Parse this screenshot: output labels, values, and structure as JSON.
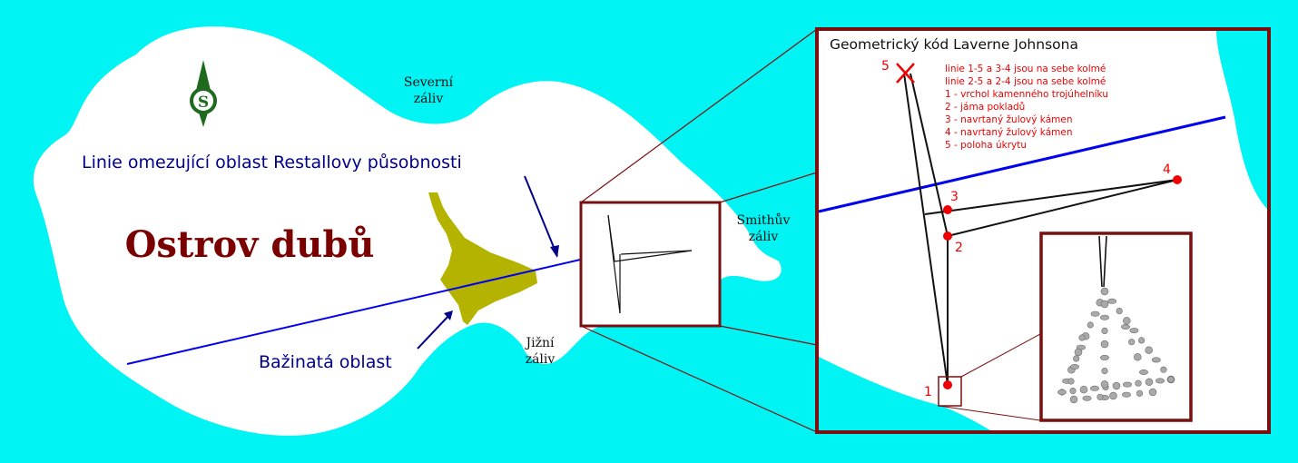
{
  "map": {
    "title": "Ostrov dubů",
    "compass_letter": "S",
    "labels": {
      "north_bay": [
        "Severní",
        "záliv"
      ],
      "smith_bay": [
        "Smithův",
        "záliv"
      ],
      "south_bay": [
        "Jižní",
        "záliv"
      ],
      "line_label": "Linie omezující oblast Restallovy působnosti",
      "swamp_label": "Bažinatá oblast"
    },
    "colors": {
      "sea": "#00f4f4",
      "land": "#ffffff",
      "title": "#7a0000",
      "line": "#0000ee",
      "swamp": "#b3b300",
      "frame": "#7a0f0f",
      "annotation": "#00008b",
      "points": "#ee0000"
    }
  },
  "inset": {
    "title": "Geometrický kód Laverne Johnsona",
    "legend": [
      "linie 1-5 a 3-4 jsou na sebe kolmé",
      "linie 2-5 a 2-4 jsou na sebe kolmé",
      "1 - vrchol kamenného trojúhelníku",
      "2 - jáma pokladů",
      "3 - navrtaný žulový kámen",
      "4 - navrtaný žulový kámen",
      "5 - poloha úkrytu"
    ],
    "points": {
      "p1": "1",
      "p2": "2",
      "p3": "3",
      "p4": "4",
      "p5": "5"
    }
  }
}
